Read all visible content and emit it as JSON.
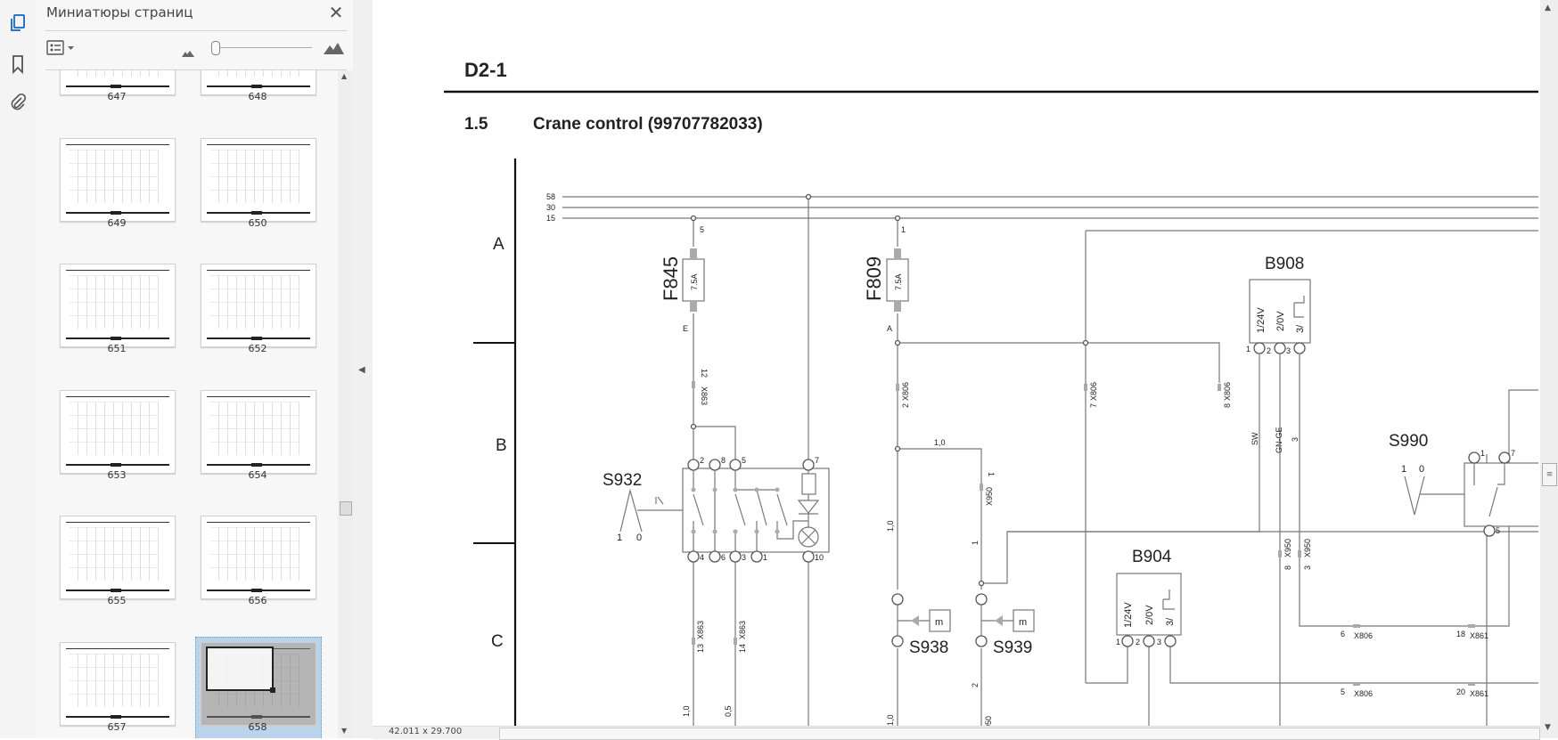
{
  "sidebar_rail": {
    "icons": [
      "pages-icon",
      "bookmark-icon",
      "attachment-icon"
    ]
  },
  "panel": {
    "title": "Миниатюры страниц",
    "close_icon": "close-icon",
    "options_icon": "thumbnail-options-icon",
    "zoom_out_icon": "small-mountain-icon",
    "zoom_in_icon": "large-mountain-icon",
    "thumbnail_size_fraction": 0.05,
    "pages": [
      "647",
      "648",
      "649",
      "650",
      "651",
      "652",
      "653",
      "654",
      "655",
      "656",
      "657",
      "658"
    ],
    "selected_page": "658"
  },
  "status": {
    "page_size": "42.011 x 29.700"
  },
  "colors": {
    "selection": "#b9d3ea",
    "active_icon": "#2a74c9"
  },
  "schematic": {
    "sheet": "D2-1",
    "section_num": "1.5",
    "section_title": "Crane control (99707782033)",
    "rows": [
      "A",
      "B",
      "C"
    ],
    "buses": [
      "58",
      "30",
      "15"
    ],
    "f845": {
      "id": "F845",
      "rating": "7.5A",
      "pin_in": "5",
      "pin_out": "E"
    },
    "f809": {
      "id": "F809",
      "rating": "7.5A",
      "pin_in": "1",
      "pin_out": "A"
    },
    "x863_12": {
      "conn": "X863",
      "pin": "12"
    },
    "x806_2": {
      "conn": "X806",
      "pin": "2"
    },
    "x806_7": {
      "conn": "X806",
      "pin": "7"
    },
    "x806_8": {
      "conn": "X806",
      "pin": "8"
    },
    "x950_1": {
      "conn": "X950",
      "pin": "1"
    },
    "s932": {
      "id": "S932",
      "pos1": "1",
      "pos0": "0",
      "pins": [
        "2",
        "8",
        "5",
        "7",
        "4",
        "6",
        "3",
        "1",
        "10"
      ]
    },
    "wire_10a": "1,0",
    "wire_10b": "1,0",
    "wire_1": "1",
    "wire_2": "2",
    "s938": {
      "id": "S938",
      "motor": "m"
    },
    "s939": {
      "id": "S939",
      "motor": "m"
    },
    "x863_13": {
      "conn": "X863",
      "pin": "13"
    },
    "x863_14": {
      "conn": "X863",
      "pin": "14"
    },
    "wire_bl1": "1,0",
    "wire_bl2": "0,5",
    "wire_bl3": "1,0",
    "x950_b": "X950",
    "b908": {
      "id": "B908",
      "p1": "1/24V",
      "p2": "2/0V",
      "p3": "3/",
      "n1": "1",
      "n2": "2",
      "n3": "3"
    },
    "b904": {
      "id": "B904",
      "p1": "1/24V",
      "p2": "2/0V",
      "p3": "3/",
      "n1": "1",
      "n2": "2",
      "n3": "3"
    },
    "wire_sw": "SW",
    "wire_gnge": "GN-GE",
    "wire_3": "3",
    "x950_8": {
      "conn": "X950",
      "pin": "8"
    },
    "x950_3": {
      "conn": "X950",
      "pin": "3"
    },
    "s990": {
      "id": "S990",
      "pos1": "1",
      "pos0": "0",
      "pin1": "1",
      "pin7": "7",
      "pin5": "5"
    },
    "x806_6": {
      "conn": "X806",
      "pin": "6"
    },
    "x861_18": {
      "conn": "X861",
      "pin": "18"
    },
    "x806_5": {
      "conn": "X806",
      "pin": "5"
    },
    "x861_20": {
      "conn": "X861",
      "pin": "20"
    }
  }
}
